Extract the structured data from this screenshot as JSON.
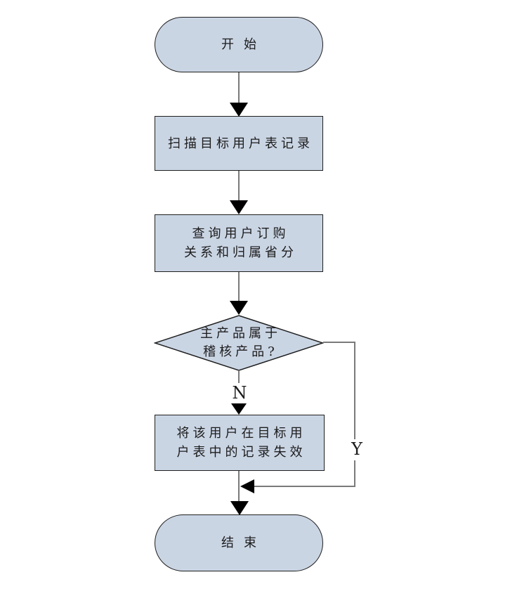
{
  "flowchart": {
    "colors": {
      "background": "#ffffff",
      "node_fill": "#cad5e4",
      "node_border": "#1f1f1f",
      "connector": "#7a7a7a",
      "arrowhead": "#000000",
      "text": "#1c1c1c"
    },
    "nodes": {
      "start": {
        "type": "terminator",
        "label": "开始"
      },
      "scan": {
        "type": "process",
        "label": "扫描目标用户表记录"
      },
      "query": {
        "type": "process",
        "label": "查询用户订购\n关系和归属省分"
      },
      "decision": {
        "type": "decision",
        "label": "主产品属于\n稽核产品?"
      },
      "invalidate": {
        "type": "process",
        "label": "将该用户在目标用\n户表中的记录失效"
      },
      "end": {
        "type": "terminator",
        "label": "结束"
      }
    },
    "edge_labels": {
      "no": "N",
      "yes": "Y"
    }
  }
}
